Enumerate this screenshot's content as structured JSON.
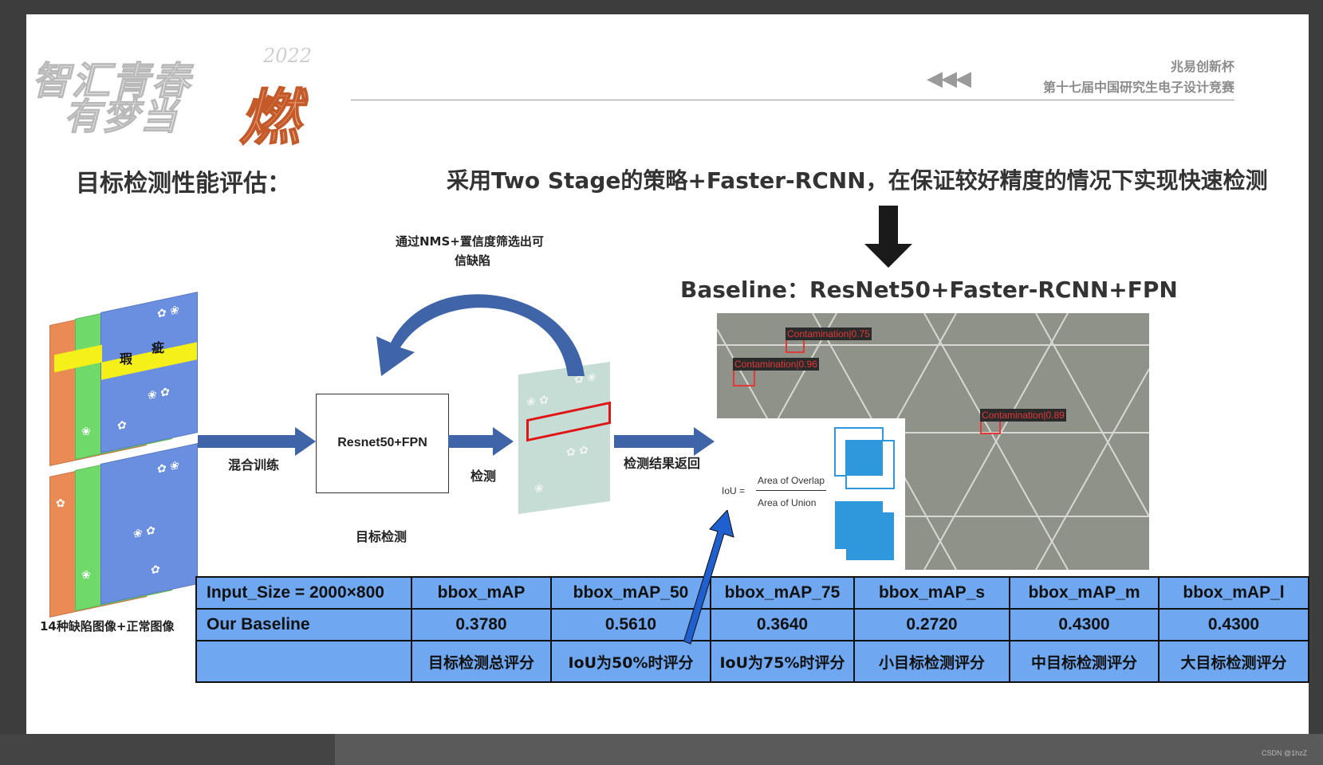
{
  "header": {
    "logo_line1": "智汇青春",
    "logo_line2": "有梦当",
    "logo_flame_char": "燃",
    "logo_year": "2022",
    "brand": "兆易创新杯",
    "competition": "第十七届中国研究生电子设计竞赛",
    "arrows": "◀◀◀"
  },
  "section_title": "目标检测性能评估：",
  "strategy_text": "采用Two Stage的策略+Faster-RCNN，在保证较好精度的情况下实现快速检测",
  "baseline_title": "Baseline：ResNet50+Faster-RCNN+FPN",
  "pipeline": {
    "defect_chars": [
      "瑕",
      "疵"
    ],
    "input_caption": "14种缺陷图像+正常图像",
    "mix_training": "混合训练",
    "model_label": "Resnet50+FPN",
    "detect_label": "检测",
    "object_detection_label": "目标检测",
    "nms_label_line1": "通过NMS+置信度筛选出可",
    "nms_label_line2": "信缺陷",
    "return_label": "检测结果返回"
  },
  "detections": [
    {
      "label": "Contamination|0.75"
    },
    {
      "label": "Contamination|0.96"
    },
    {
      "label": "Contamination|0.89"
    }
  ],
  "iou": {
    "lhs": "IoU =",
    "numerator": "Area of Overlap",
    "denominator": "Area of Union"
  },
  "table": {
    "headers": [
      "Input_Size = 2000×800",
      "bbox_mAP",
      "bbox_mAP_50",
      "bbox_mAP_75",
      "bbox_mAP_s",
      "bbox_mAP_m",
      "bbox_mAP_l"
    ],
    "baseline_row": [
      "Our Baseline",
      "0.3780",
      "0.5610",
      "0.3640",
      "0.2720",
      "0.4300",
      "0.4300"
    ],
    "description_row": [
      "",
      "目标检测总评分",
      "IoU为50%时评分",
      "IoU为75%时评分",
      "小目标检测评分",
      "中目标检测评分",
      "大目标检测评分"
    ]
  },
  "colors": {
    "table_fill": "#6fa8f0",
    "arrow_blue": "#3f64a8",
    "detection_red": "#e23838"
  },
  "watermark": "CSDN @1hzZ"
}
